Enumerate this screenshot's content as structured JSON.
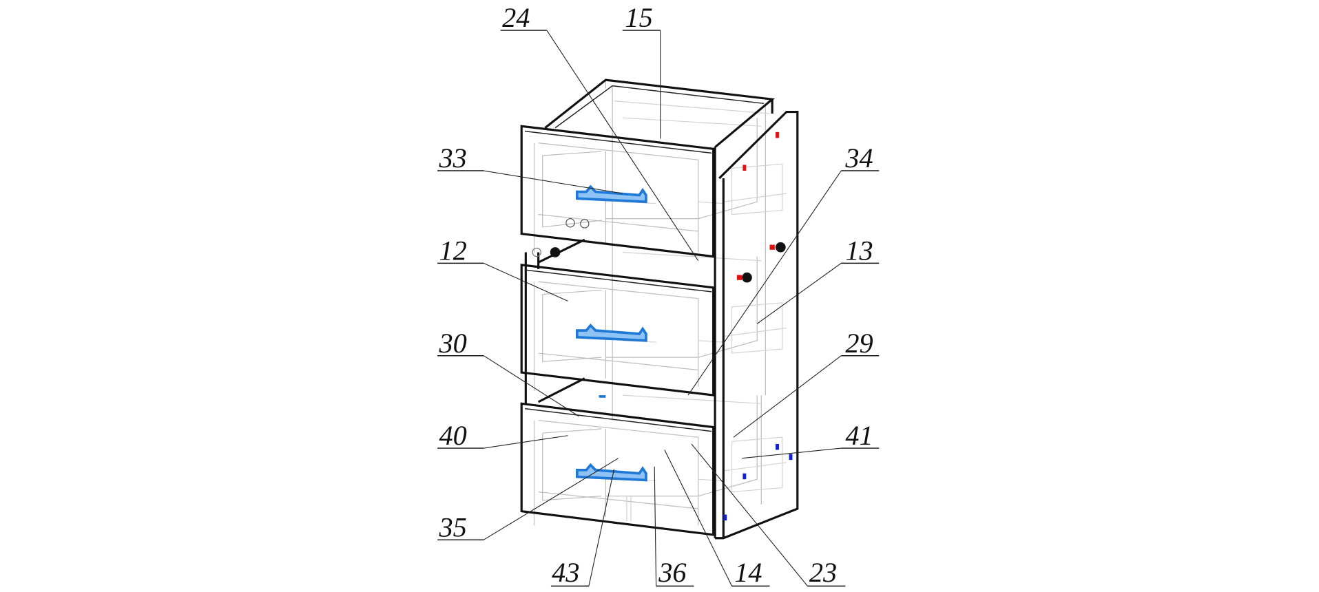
{
  "diagram": {
    "title": "Drawer cabinet assembly, exploded callouts",
    "callouts": {
      "c24": "24",
      "c15": "15",
      "c33": "33",
      "c12": "12",
      "c30": "30",
      "c40": "40",
      "c35": "35",
      "c43": "43",
      "c36": "36",
      "c14": "14",
      "c23": "23",
      "c34": "34",
      "c13": "13",
      "c29": "29",
      "c41": "41"
    },
    "colors": {
      "handle": "#1f78d6",
      "cam_red": "#e01010",
      "dowel_blue": "#1020d0",
      "outline": "#111111"
    }
  }
}
